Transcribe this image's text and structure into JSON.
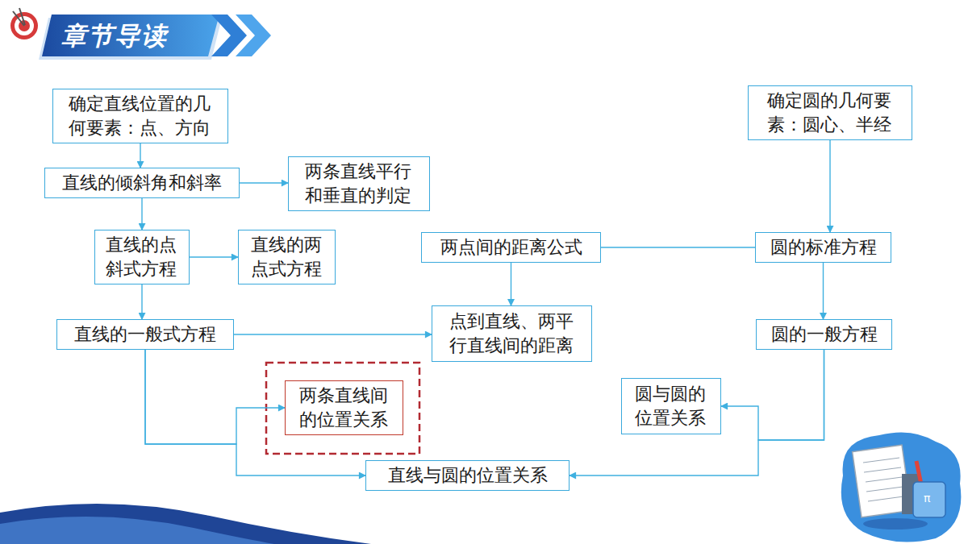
{
  "diagram": {
    "title": "章节导读",
    "nodes": [
      {
        "text": [
          "确定直线位置的几何要素：点、方向"
        ]
      },
      {
        "text": [
          "确定圆的几何要素：圆心、半经"
        ]
      },
      {
        "text": [
          "直线的倾斜角和斜率"
        ]
      },
      {
        "text": [
          "两条直线平行和垂直的判定"
        ]
      },
      {
        "text": [
          "直线的点斜式方程"
        ]
      },
      {
        "text": [
          "直线的两点式方程"
        ]
      },
      {
        "text": [
          "两点间的距离公式"
        ]
      },
      {
        "text": [
          "圆的标准方程"
        ]
      },
      {
        "text": [
          "直线的一般式方程"
        ]
      },
      {
        "text": [
          "点到直线、两平行直线间的距离"
        ]
      },
      {
        "text": [
          "圆的一般方程"
        ]
      },
      {
        "text": [
          "圆与圆的位置关系"
        ]
      },
      {
        "text": [
          "两条直线间的位置关系"
        ]
      },
      {
        "text": [
          "直线与圆的位置关系"
        ]
      }
    ],
    "edges": [
      {
        "from": 0,
        "to": 2,
        "arrow": "to"
      },
      {
        "from": 2,
        "to": 3,
        "arrow": "to"
      },
      {
        "from": 2,
        "to": 4,
        "arrow": "to"
      },
      {
        "from": 4,
        "to": 5,
        "arrow": "to"
      },
      {
        "from": 4,
        "to": 8,
        "arrow": "to"
      },
      {
        "from": 8,
        "to": 9,
        "arrow": "to"
      },
      {
        "from": 6,
        "to": 9,
        "arrow": "to"
      },
      {
        "from": 6,
        "to": 7,
        "arrow": "none"
      },
      {
        "from": 1,
        "to": 7,
        "arrow": "to"
      },
      {
        "from": 7,
        "to": 10,
        "arrow": "to"
      },
      {
        "from": 10,
        "to": 11,
        "arrow": "to"
      },
      {
        "from": 10,
        "to": 13,
        "arrow": "to"
      },
      {
        "from": 8,
        "to": 12,
        "arrow": "to"
      },
      {
        "from": 8,
        "to": 13,
        "arrow": "to"
      }
    ],
    "labels": [
      "π"
    ]
  }
}
